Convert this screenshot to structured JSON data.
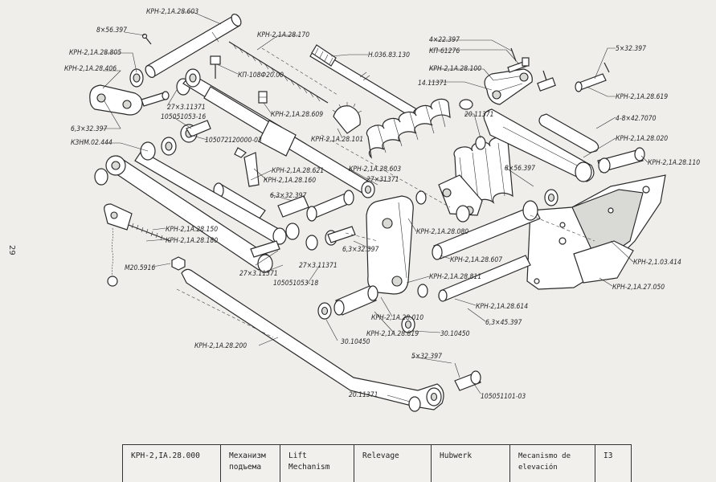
{
  "page_number": "29",
  "labels": {
    "l603": "КРН-2,1А.28.603",
    "l856": "8×56.397",
    "l805": "КРН-2,1А.28.805",
    "l406": "КРН-2,1А.28.406",
    "l170": "КРН-2,1А.28.170",
    "kp10": "КП-108Ф20.00",
    "l609": "КРН-2,1А.28.609",
    "l27311": "27×3.11371",
    "l105_16": "105051053-16",
    "l6332a": "6,3×32.397",
    "kznm": "КЗНМ.02.444",
    "l105072": "105072120000-03",
    "l101": "КРН-2,1А.28.101",
    "h036": "Н.036.83.130",
    "l4x22": "4×22.397",
    "kp61": "КП-61276",
    "l100": "КРН-2,1А.28.100",
    "l14113": "14.11371",
    "l5x32a": "5×32.397",
    "l619": "КРН-2,1А.28.619",
    "l20113a": "20.11371",
    "l4x42": "4-8×42.7070",
    "l020": "КРН-2,1А.28.020",
    "l110": "КРН-2,1А.28.110",
    "l621": "КРН-2,1А.28.621",
    "l160": "КРН-2,1А.28.160",
    "l6332b": "6,3×32.397",
    "l603b": "КРН-2,1А.28.603",
    "l27311b": "27×31371",
    "l856b": "8×56.397",
    "l150": "КРН-2,1А.28.150",
    "l180": "КРН-2,1А.28.180",
    "m20": "М20.5916",
    "l080": "КРН-2,1А.28.080",
    "l6332c": "6,3×32.397",
    "l607": "КРН-2,1А.28.607",
    "l414": "КРН-2,1.03.414",
    "l27311c": "27×3.11371",
    "l27311d": "27×3.11371",
    "l105_18": "105051053-18",
    "l811": "КРН-2,1А.28.811",
    "l050": "КРН-2,1А.27.050",
    "l010": "КРН-2,1А.28.010",
    "l614": "КРН-2,1А.28.614",
    "l6345": "6,3×45.397",
    "l819": "КРН-2,1А.28.819",
    "l30104a": "30.10450",
    "l30104b": "30.10450",
    "l200": "КРН-2,1А.28.200",
    "l5x32b": "5×32.397",
    "l105101": "105051101-03",
    "l20113b": "20.11371"
  },
  "title_block": {
    "code": "КРН-2,IА.28.000",
    "ru": "Механизм\nподъема",
    "en": "Lift\nMechanism",
    "fr": "Relevage",
    "de": "Hubwerk",
    "es": "Mecanismo de\nelevación",
    "sheet": "I3"
  }
}
